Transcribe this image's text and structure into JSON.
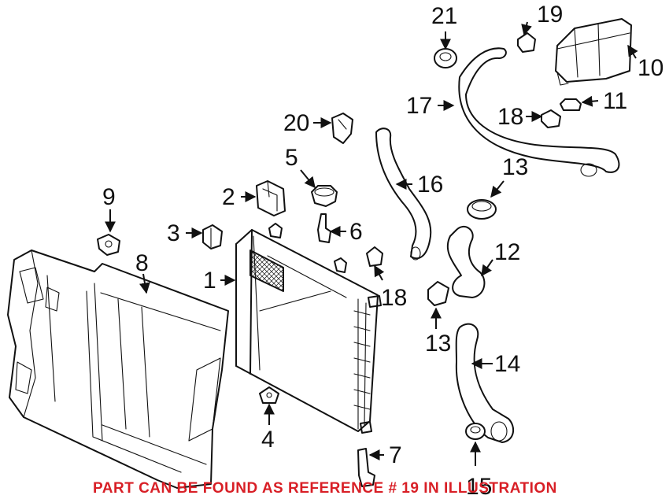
{
  "callouts": {
    "c1": "1",
    "c2": "2",
    "c3": "3",
    "c4": "4",
    "c5": "5",
    "c6": "6",
    "c7": "7",
    "c8": "8",
    "c9": "9",
    "c10": "10",
    "c11": "11",
    "c12": "12",
    "c13a": "13",
    "c13b": "13",
    "c14": "14",
    "c15": "15",
    "c16": "16",
    "c17": "17",
    "c18a": "18",
    "c18b": "18",
    "c19": "19",
    "c20": "20",
    "c21": "21"
  },
  "footer_note": "PART CAN BE FOUND AS REFERENCE # 19 IN ILLUSTRATION",
  "colors": {
    "line": "#111111",
    "note": "#d81f26",
    "background": "#ffffff"
  }
}
